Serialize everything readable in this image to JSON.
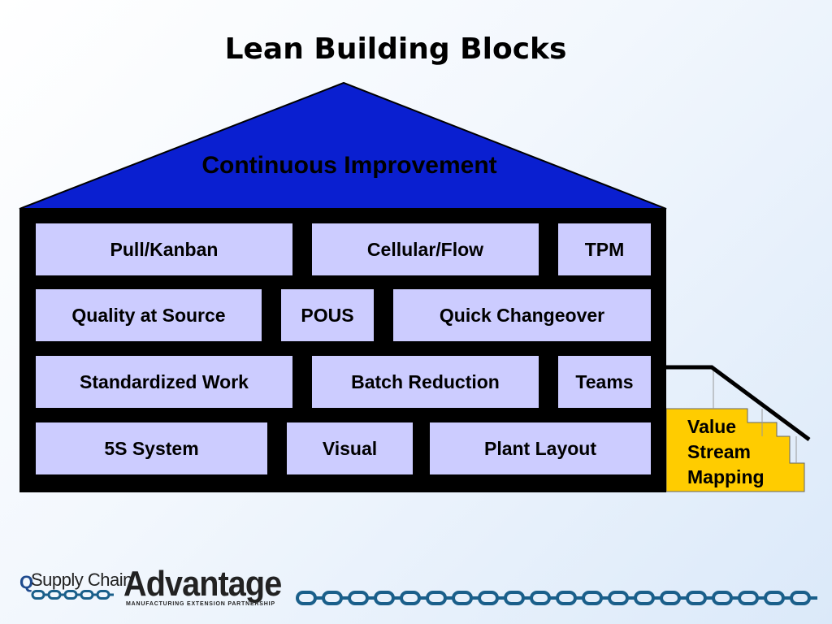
{
  "title": "Lean Building Blocks",
  "roof_label": "Continuous Improvement",
  "rows": [
    [
      "Pull/Kanban",
      "Cellular/Flow",
      "TPM"
    ],
    [
      "Quality at Source",
      "POUS",
      "Quick Changeover"
    ],
    [
      "Standardized Work",
      "Batch Reduction",
      "Teams"
    ],
    [
      "5S System",
      "Visual",
      "Plant Layout"
    ]
  ],
  "stairs": [
    "Value",
    "Stream",
    "Mapping"
  ],
  "logo": {
    "mark": "Q",
    "name": "Supply Chain",
    "brand": "Advantage",
    "tagline": "MANUFACTURING EXTENSION PARTNERSHIP"
  },
  "colors": {
    "roof": "#0a1fd0",
    "block": "#ccccff",
    "stairs": "#ffcc00",
    "chain": "#1a5f8a"
  }
}
